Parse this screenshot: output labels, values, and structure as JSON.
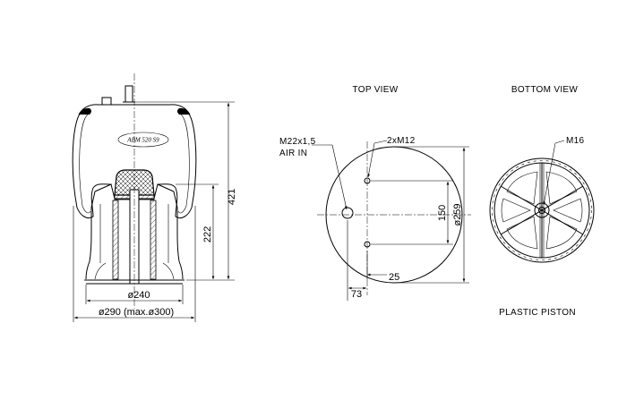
{
  "views": {
    "top_view_title": "TOP VIEW",
    "bottom_view_title": "BOTTOM VIEW"
  },
  "side_view": {
    "stamp_text": "ABM 520 S9",
    "dim_height_total": "421",
    "dim_height_piston": "222",
    "dim_dia_piston": "ø240",
    "dim_dia_bellow": "ø290 (max.ø300)"
  },
  "top_view": {
    "air_in_thread": "M22x1,5",
    "air_in_label": "AIR IN",
    "stud_thread": "2xM12",
    "dim_stud_spacing": "150",
    "dim_plate_dia": "ø259",
    "dim_offset_25": "25",
    "dim_offset_73": "73"
  },
  "bottom_view": {
    "thread": "M16",
    "material_label": "PLASTIC PISTON"
  }
}
